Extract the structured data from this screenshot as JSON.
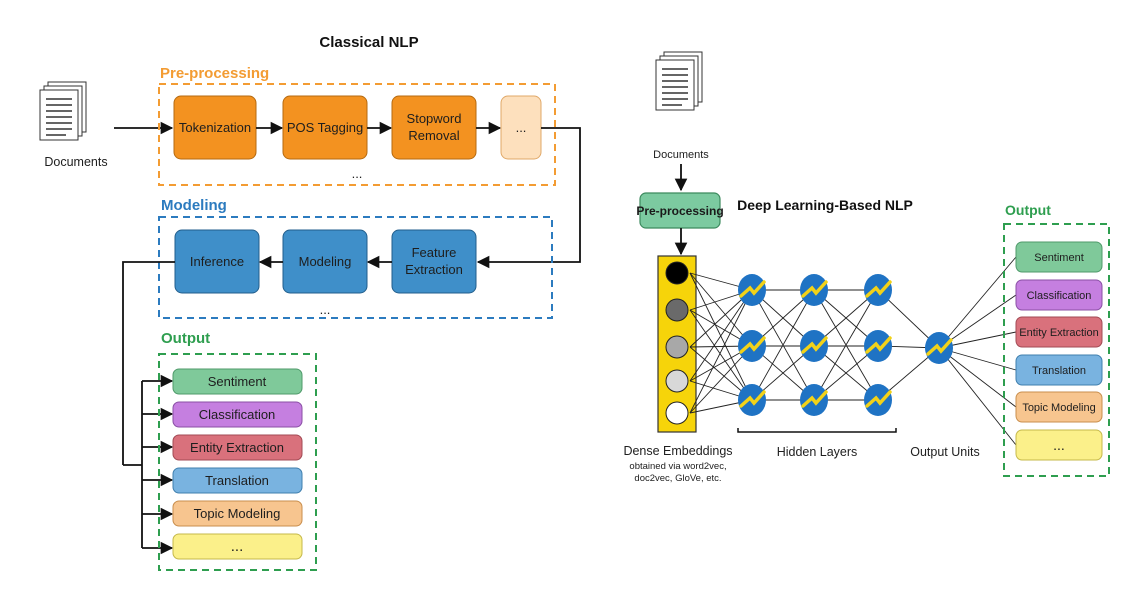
{
  "classical": {
    "title": "Classical NLP",
    "documents_label": "Documents",
    "preprocessing": {
      "label": "Pre-processing",
      "color": "#f39c33",
      "steps": [
        "Tokenization",
        "POS Tagging",
        "Stopword",
        "Removal",
        "..."
      ],
      "more": "..."
    },
    "modeling": {
      "label": "Modeling",
      "color": "#2c7bbf",
      "steps": [
        "Inference",
        "Modeling",
        "Feature",
        "Extraction"
      ],
      "more": "..."
    },
    "output": {
      "label": "Output",
      "color": "#2e9e4f",
      "items": [
        "Sentiment",
        "Classification",
        "Entity Extraction",
        "Translation",
        "Topic Modeling",
        "..."
      ]
    }
  },
  "deep": {
    "title": "Deep Learning-Based NLP",
    "documents_label": "Documents",
    "preprocessing_label": "Pre-processing",
    "embeddings_label": "Dense Embeddings",
    "embeddings_sub1": "obtained via word2vec,",
    "embeddings_sub2": "doc2vec, GloVe, etc.",
    "hidden_layers_label": "Hidden Layers",
    "output_units_label": "Output Units",
    "output": {
      "label": "Output",
      "items": [
        "Sentiment",
        "Classification",
        "Entity Extraction",
        "Translation",
        "Topic Modeling",
        "..."
      ]
    }
  },
  "colors": {
    "orange_box": "#f39220",
    "orange_light": "#fde0bd",
    "blue_box": "#3f8fc9",
    "green_pre": "#7ccaa0",
    "sentiment": "#7fc99a",
    "classification": "#c57fe0",
    "entity": "#d9717c",
    "translation": "#79b3e0",
    "topic": "#f7c58f",
    "dots": "#fbf08a",
    "embedding_bar": "#f6d40a",
    "neuron": "#1f73c4",
    "neuron_mark": "#f2d219"
  }
}
